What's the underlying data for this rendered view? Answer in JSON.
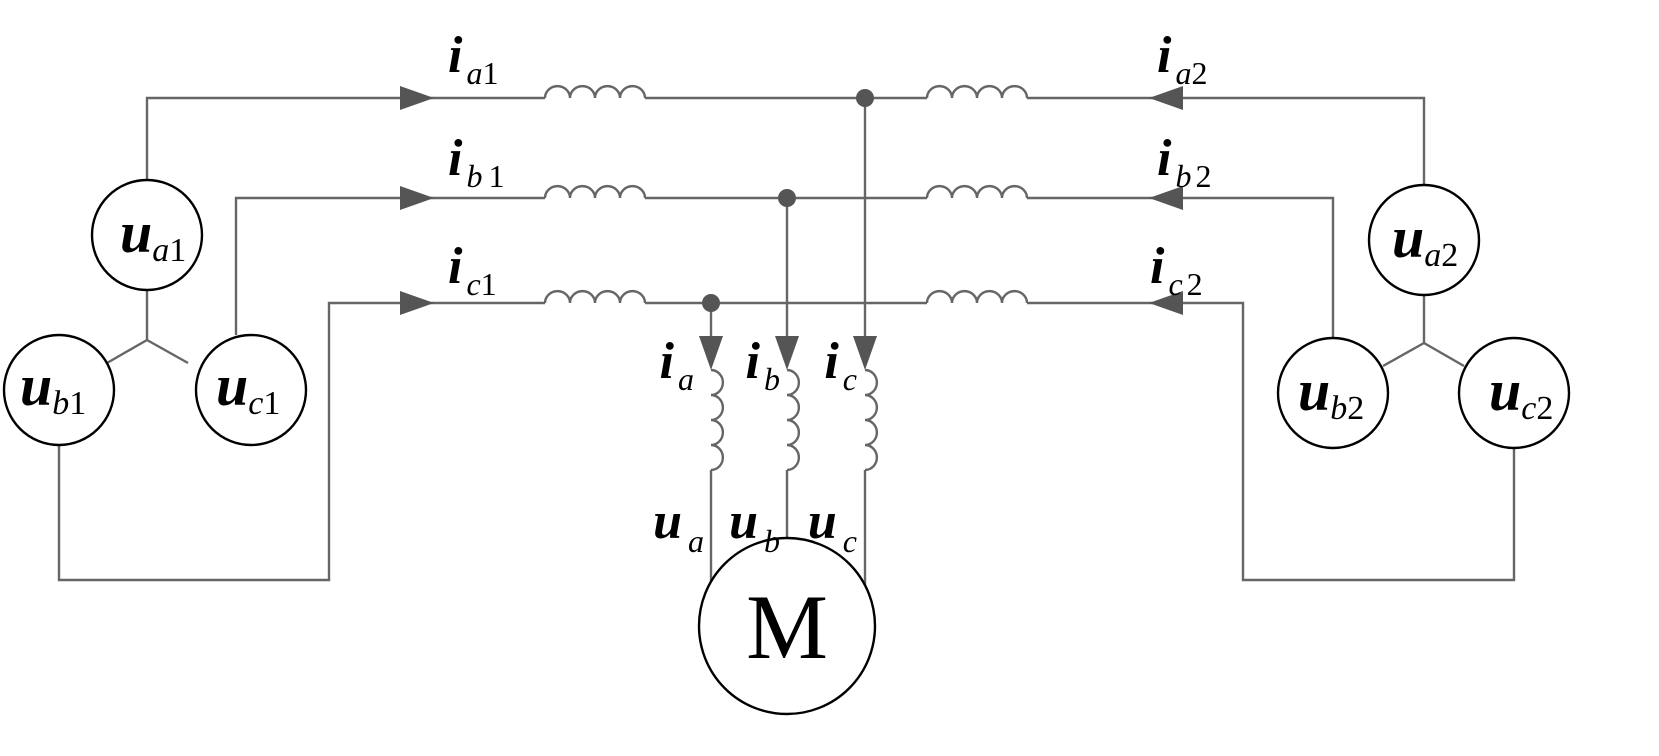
{
  "diagram": {
    "description": "Dual three-phase voltage sources feeding a motor through line inductors",
    "colors": {
      "wire": "#666666",
      "arrow": "#555555",
      "outline": "#000000",
      "background": "#ffffff"
    },
    "sources_left": [
      {
        "id": "ua1",
        "main": "u",
        "sub": "a",
        "num": "1"
      },
      {
        "id": "ub1",
        "main": "u",
        "sub": "b",
        "num": "1"
      },
      {
        "id": "uc1",
        "main": "u",
        "sub": "c",
        "num": "1"
      }
    ],
    "sources_right": [
      {
        "id": "ua2",
        "main": "u",
        "sub": "a",
        "num": "2"
      },
      {
        "id": "ub2",
        "main": "u",
        "sub": "b",
        "num": "2"
      },
      {
        "id": "uc2",
        "main": "u",
        "sub": "c",
        "num": "2"
      }
    ],
    "line_currents_left": [
      {
        "id": "ia1",
        "main": "i",
        "sub": "a",
        "num": "1"
      },
      {
        "id": "ib1",
        "main": "i",
        "sub": "b",
        "num": "1"
      },
      {
        "id": "ic1",
        "main": "i",
        "sub": "c",
        "num": "1"
      }
    ],
    "line_currents_right": [
      {
        "id": "ia2",
        "main": "i",
        "sub": "a",
        "num": "2"
      },
      {
        "id": "ib2",
        "main": "i",
        "sub": "b",
        "num": "2"
      },
      {
        "id": "ic2",
        "main": "i",
        "sub": "c",
        "num": "2"
      }
    ],
    "phase_currents": [
      {
        "id": "ia",
        "main": "i",
        "sub": "a"
      },
      {
        "id": "ib",
        "main": "i",
        "sub": "b"
      },
      {
        "id": "ic",
        "main": "i",
        "sub": "c"
      }
    ],
    "phase_voltages": [
      {
        "id": "ua",
        "main": "u",
        "sub": "a"
      },
      {
        "id": "ub",
        "main": "u",
        "sub": "b"
      },
      {
        "id": "uc",
        "main": "u",
        "sub": "c"
      }
    ],
    "motor": {
      "label": "M"
    }
  }
}
